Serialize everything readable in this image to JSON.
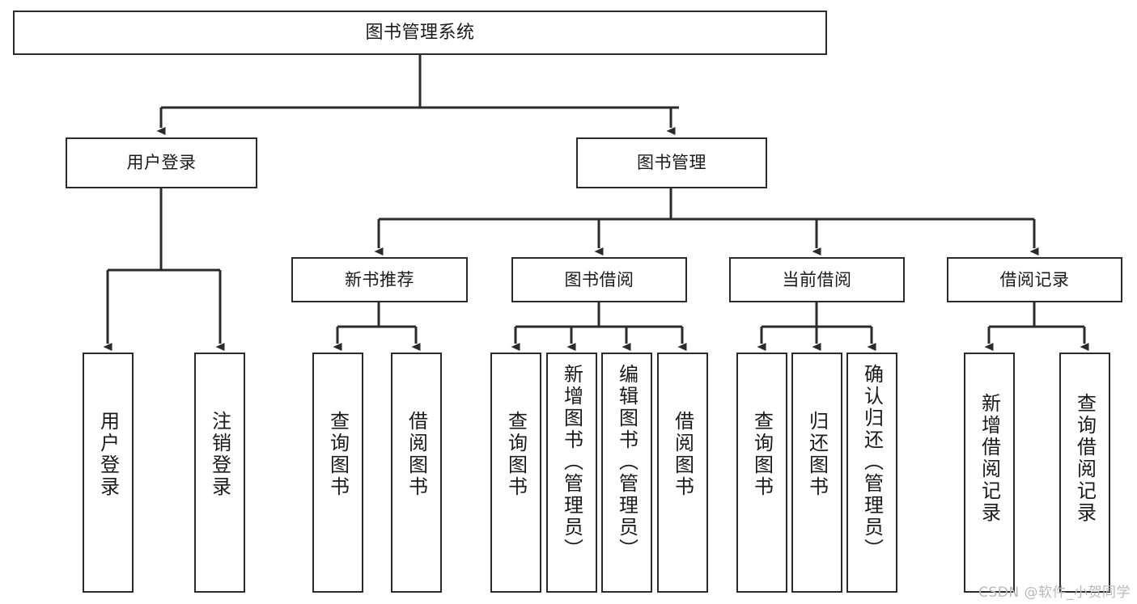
{
  "diagram": {
    "title": "图书管理系统",
    "type": "tree",
    "watermark": "CSDN @软件_小贺同学",
    "colors": {
      "box_border": "#2b2b2b",
      "box_fill": "#ffffff",
      "connector": "#2b2b2b",
      "text": "#1a1a1a",
      "watermark": "#b9b9b9",
      "background": "#ffffff"
    },
    "levels": {
      "root": {
        "label": "图书管理系统"
      },
      "level2": [
        {
          "id": "user-login",
          "label": "用户登录"
        },
        {
          "id": "book-management",
          "label": "图书管理"
        }
      ],
      "level3": [
        {
          "id": "new-book-recommend",
          "label": "新书推荐",
          "parent": "book-management"
        },
        {
          "id": "book-borrow",
          "label": "图书借阅",
          "parent": "book-management"
        },
        {
          "id": "current-borrow",
          "label": "当前借阅",
          "parent": "book-management"
        },
        {
          "id": "borrow-record",
          "label": "借阅记录",
          "parent": "book-management"
        }
      ],
      "leaves": [
        {
          "id": "leaf-user-login",
          "label": "用户登录",
          "parent": "user-login"
        },
        {
          "id": "leaf-logout",
          "label": "注销登录",
          "parent": "user-login"
        },
        {
          "id": "leaf-query-book-1",
          "label": "查询图书",
          "parent": "new-book-recommend"
        },
        {
          "id": "leaf-borrow-book-1",
          "label": "借阅图书",
          "parent": "new-book-recommend"
        },
        {
          "id": "leaf-query-book-2",
          "label": "查询图书",
          "parent": "book-borrow"
        },
        {
          "id": "leaf-add-book",
          "label": "新增图书（管理员）",
          "parent": "book-borrow"
        },
        {
          "id": "leaf-edit-book",
          "label": "编辑图书（管理员）",
          "parent": "book-borrow"
        },
        {
          "id": "leaf-borrow-book-2",
          "label": "借阅图书",
          "parent": "book-borrow"
        },
        {
          "id": "leaf-query-book-3",
          "label": "查询图书",
          "parent": "current-borrow"
        },
        {
          "id": "leaf-return-book",
          "label": "归还图书",
          "parent": "current-borrow"
        },
        {
          "id": "leaf-confirm-return",
          "label": "确认归还（管理员）",
          "parent": "current-borrow"
        },
        {
          "id": "leaf-add-record",
          "label": "新增借阅记录",
          "parent": "borrow-record"
        },
        {
          "id": "leaf-query-record",
          "label": "查询借阅记录",
          "parent": "borrow-record"
        }
      ]
    }
  }
}
